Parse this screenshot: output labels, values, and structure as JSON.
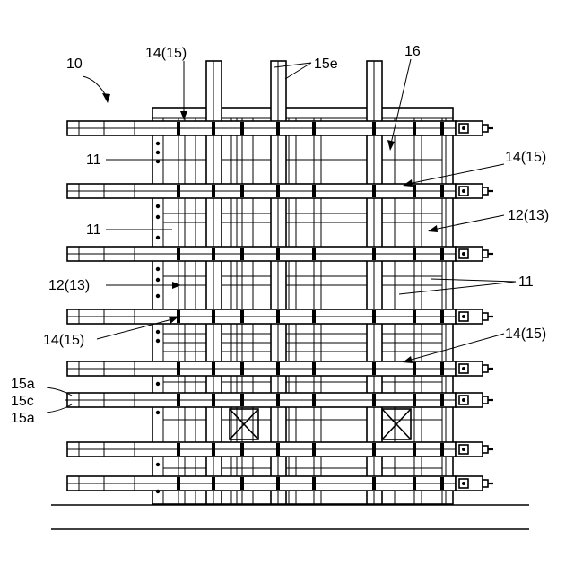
{
  "figure": {
    "labels": {
      "assembly": "10",
      "panel_top_left": "11",
      "panel_mid_left": "11",
      "panel_right": "11",
      "frame_left": "12(13)",
      "frame_right": "12(13)",
      "beam_top": "14(15)",
      "beam_right_1": "14(15)",
      "beam_left": "14(15)",
      "beam_right_2": "14(15)",
      "upright_top": "15e",
      "top_frame": "16",
      "rail_upper": "15a",
      "rail_center": "15c",
      "rail_lower": "15a"
    }
  }
}
